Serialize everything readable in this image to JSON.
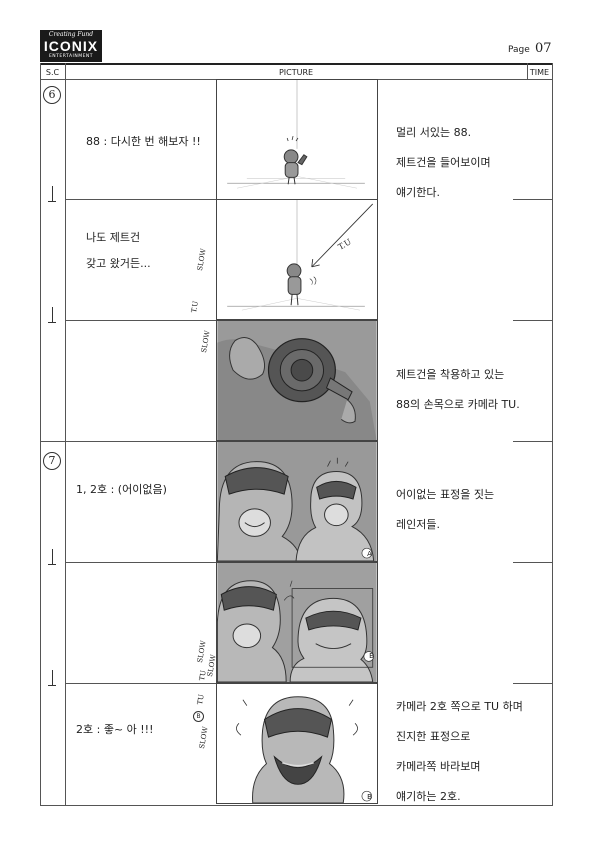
{
  "header": {
    "logo_tagline": "Creating Fund",
    "logo_name": "ICONIX",
    "logo_sub": "ENTERTAINMENT",
    "page_label": "Page",
    "page_number": "07",
    "col_sc": "S.C",
    "col_picture": "PICTURE",
    "col_time": "TIME"
  },
  "scenes": [
    {
      "number": "6"
    },
    {
      "number": "7"
    }
  ],
  "rows": [
    {
      "dialogue": [
        "88 : 다시한 번 해보자 !!"
      ],
      "notes": [
        "멀리 서있는 88.",
        "제트건을 들어보이며",
        "얘기한다."
      ]
    },
    {
      "dialogue": [
        "나도 제트건",
        "갖고 왔거든..."
      ],
      "notes": []
    },
    {
      "dialogue": [],
      "notes": [
        "제트건을 착용하고 있는",
        "88의 손목으로 카메라 TU."
      ]
    },
    {
      "dialogue": [
        "1, 2호 : (어이없음)"
      ],
      "notes": [
        "어이없는 표정을 짓는",
        "레인저들."
      ]
    },
    {
      "dialogue": [],
      "notes": []
    },
    {
      "dialogue": [
        "2호 : 좋~ 아 !!!"
      ],
      "notes": [
        "카메라 2호 쪽으로 TU 하며",
        "진지한 표정으로",
        "카메라쪽 바라보며",
        "얘기하는 2호."
      ]
    }
  ],
  "frame_marks": {
    "tu": "T.U",
    "panel_a": "A",
    "panel_b": "B",
    "panel_b2": "B"
  },
  "margin_marks": {
    "slow1": "SLOW",
    "tu1": "T.U",
    "slow2": "SLOW",
    "slow3": "SLOW",
    "tu2": "TU",
    "slow4": "SLOW",
    "tu3": "TU",
    "b_mark": "B",
    "slow5": "SLOW"
  }
}
